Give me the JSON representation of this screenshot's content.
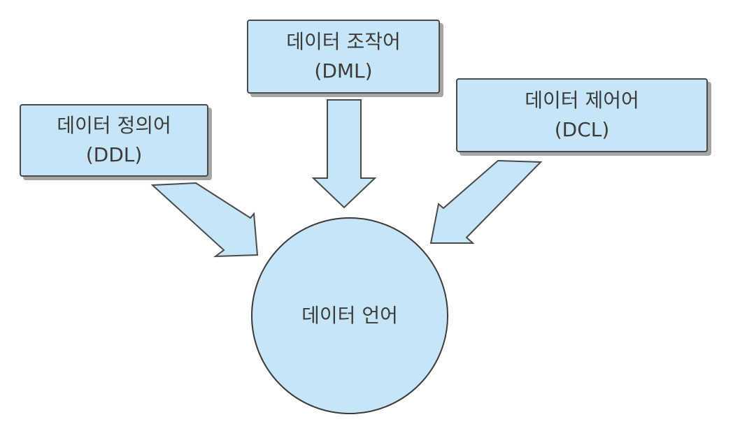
{
  "diagram": {
    "ddl": {
      "title": "데이터 정의어",
      "abbr": "(DDL)"
    },
    "dml": {
      "title": "데이터 조작어",
      "abbr": "(DML)"
    },
    "dcl": {
      "title": "데이터 제어어",
      "abbr": "(DCL)"
    },
    "center": {
      "label": "데이터 언어"
    }
  },
  "colors": {
    "fill": "#c6e6f7",
    "stroke": "#4a4a4a",
    "shadow": "#a6a6a6"
  }
}
